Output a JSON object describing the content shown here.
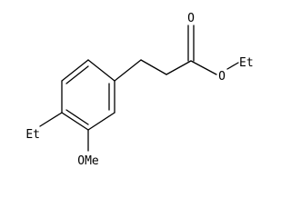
{
  "structure": {
    "atoms": {
      "carbonyl_oxygen": "O",
      "ester_oxygen": "O",
      "ester_ethyl": "Et",
      "ring_ethyl": "Et",
      "methoxy": "OMe"
    }
  }
}
